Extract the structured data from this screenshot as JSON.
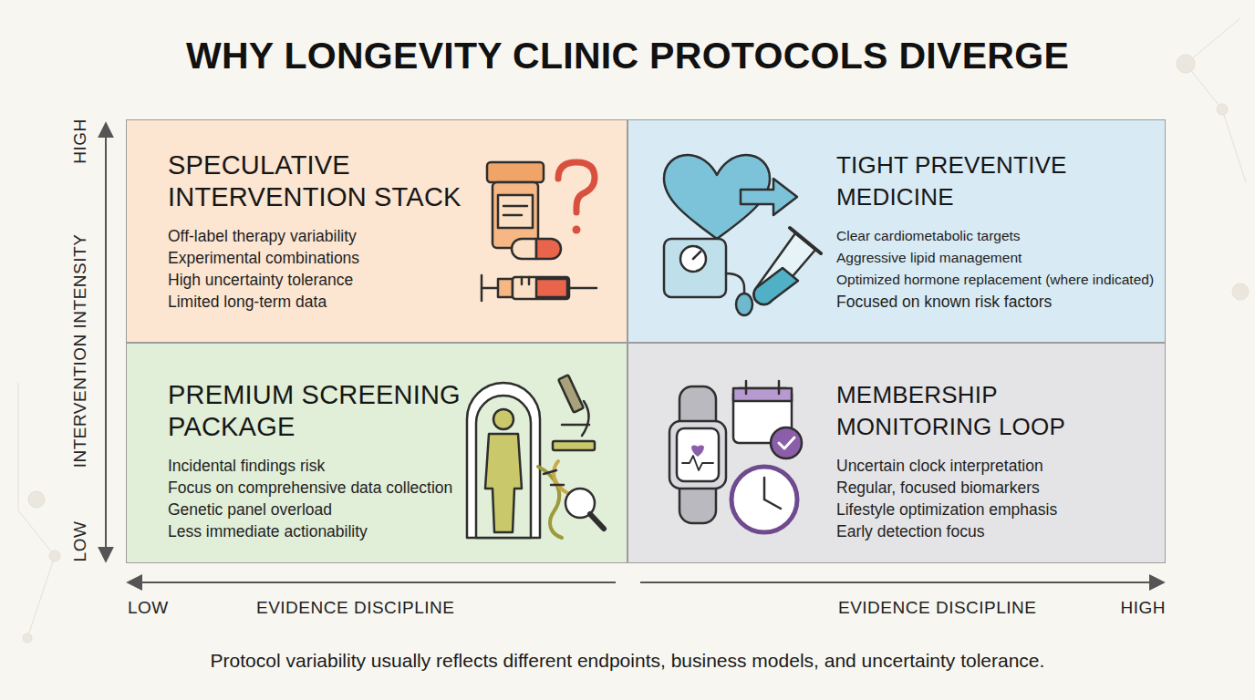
{
  "diagram": {
    "title": "WHY LONGEVITY CLINIC PROTOCOLS DIVERGE",
    "caption": "Protocol variability usually reflects different endpoints, business models, and uncertainty tolerance.",
    "nodes": [
      {
        "text": [
          "SPECULATIVE INTERVENTION STACK",
          "Off-label therapy variability",
          "Experimental combinations",
          "High uncertainty tolerance",
          "Limited long-term data"
        ]
      },
      {
        "text": [
          "TIGHT PREVENTIVE MEDICINE",
          "Clear cardiometabolic targets",
          "Aggressive lipid management",
          "Optimized hormone replacement (where indicated)",
          "Focused on known risk factors"
        ]
      },
      {
        "text": [
          "PREMIUM SCREENING PACKAGE",
          "Incidental findings risk",
          "Focus on comprehensive data collection",
          "Genetic panel overload",
          "Less immediate actionability"
        ]
      },
      {
        "text": [
          "MEMBERSHIP MONITORING LOOP",
          "Uncertain clock interpretation",
          "Regular, focused biomarkers",
          "Lifestyle optimization emphasis",
          "Early detection focus"
        ]
      }
    ],
    "labels": [
      "HIGH",
      "INTERVENTION INTENSITY",
      "LOW",
      "LOW",
      "EVIDENCE DISCIPLINE",
      "EVIDENCE DISCIPLINE",
      "HIGH"
    ]
  }
}
